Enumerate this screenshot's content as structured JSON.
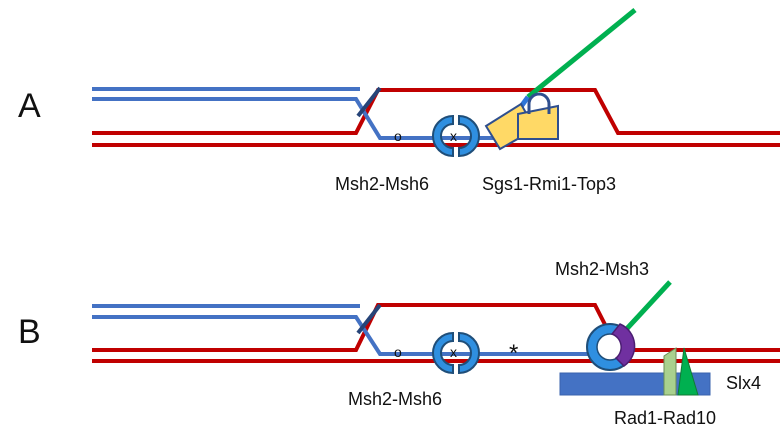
{
  "panels": [
    {
      "letter": "A",
      "labels": {
        "mismatch_complex": "Msh2-Msh6",
        "helicase_complex": "Sgs1-Rmi1-Top3"
      },
      "marks": {
        "o": "o",
        "x": "x"
      }
    },
    {
      "letter": "B",
      "labels": {
        "mismatch_complex": "Msh2-Msh6",
        "flap_complex": "Msh2-Msh3",
        "scaffold": "Slx4",
        "nuclease": "Rad1-Rad10"
      },
      "marks": {
        "o": "o",
        "x": "x",
        "star": "*"
      }
    }
  ],
  "colors": {
    "dna_blue": "#4472C4",
    "dna_red": "#C00000",
    "msh_fill": "#2F8FE0",
    "msh_outline": "#1F4E79",
    "helicase_fill": "#FFD966",
    "helicase_outline": "#2F4F8F",
    "flap_green": "#00B050",
    "msh3_purple": "#7030A0",
    "slx4_blue": "#4472C4",
    "rad1_light_green": "#A9D18E",
    "rad10_green": "#00B050",
    "text": "#111111"
  },
  "icons": {
    "msh2_msh6": "split-ring",
    "sgs1_rmi1_top3": "padlock-with-wedge",
    "msh2_msh3": "ring-with-purple-clamp",
    "slx4": "bar",
    "rad1_rad10": "twin-blades"
  }
}
